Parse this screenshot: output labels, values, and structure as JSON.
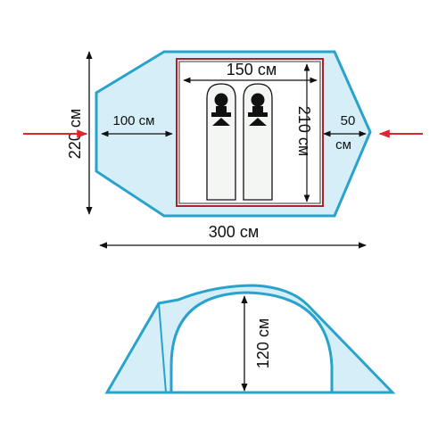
{
  "plan_view": {
    "total_width": "220 см",
    "vestibule_depth": "100 см",
    "inner_width": "150 см",
    "inner_length": "210 см",
    "rear_vestibule_depth": "50",
    "rear_vestibule_unit": "см"
  },
  "overall_length": "300 см",
  "side_view": {
    "height": "120 см"
  },
  "colors": {
    "tent_fill": "#d6eef7",
    "tent_outline": "#29a3cc",
    "inner_outline": "#b0202a",
    "wind_arrow": "#e0262d",
    "dimension_line": "#111111"
  },
  "icons": [
    "sleeping-bag-icon",
    "wind-arrow-icon"
  ]
}
